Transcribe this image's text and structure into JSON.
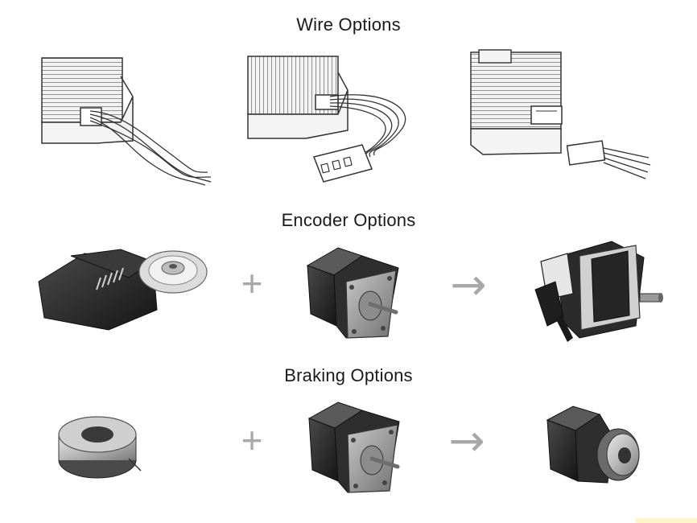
{
  "sections": {
    "wire": {
      "title": "Wire Options"
    },
    "encoder": {
      "title": "Encoder Options"
    },
    "braking": {
      "title": "Braking Options"
    }
  },
  "symbols": {
    "plus": "+",
    "arrow": "→"
  },
  "colors": {
    "line_art": "#333333",
    "motor_body": "#2b2b2b",
    "motor_face": "#9a9a9a",
    "operator": "#a8a8a8",
    "background": "#ffffff"
  }
}
